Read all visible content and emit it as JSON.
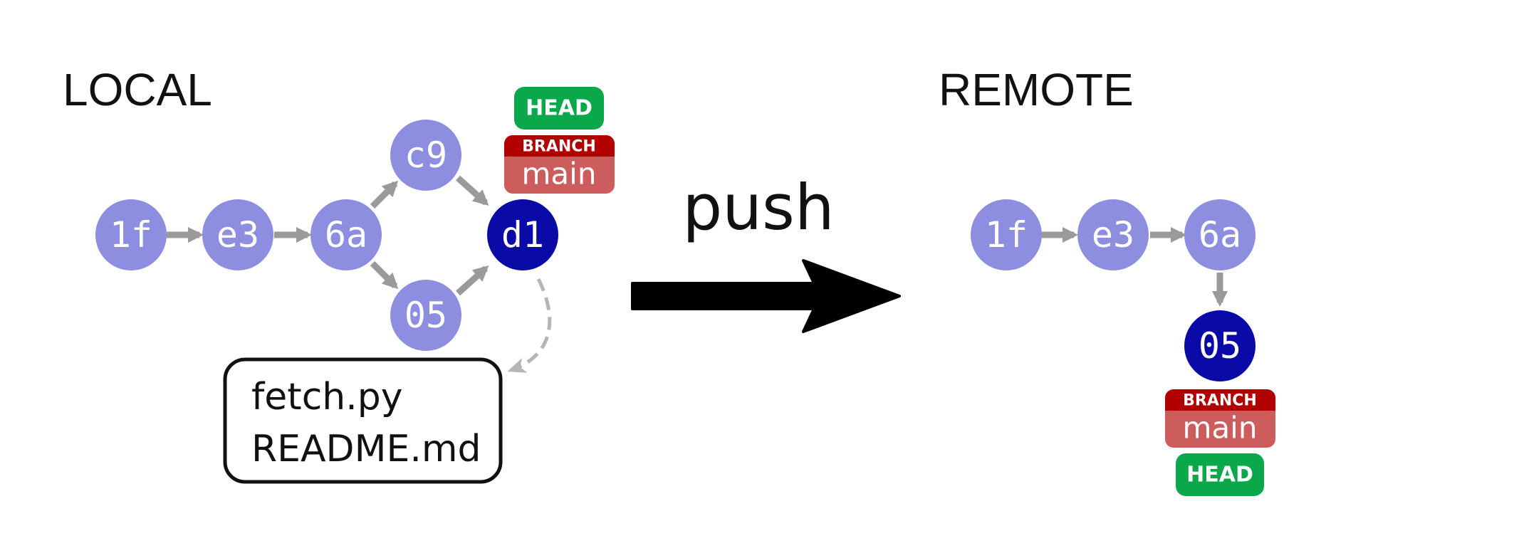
{
  "local": {
    "title": "LOCAL",
    "commits": [
      "1f",
      "e3",
      "6a",
      "c9",
      "05",
      "d1"
    ],
    "head_label": "HEAD",
    "branch": {
      "type_label": "BRANCH",
      "name": "main"
    },
    "files": [
      "fetch.py",
      "README.md"
    ]
  },
  "action": {
    "label": "push"
  },
  "remote": {
    "title": "REMOTE",
    "commits": [
      "1f",
      "e3",
      "6a",
      "05"
    ],
    "head_label": "HEAD",
    "branch": {
      "type_label": "BRANCH",
      "name": "main"
    }
  },
  "colors": {
    "commit": "#8e8ee0",
    "head_commit": "#0a0aa6",
    "edge": "#9a9a9a",
    "head_tag": "#0aa84a",
    "branch_top": "#b00000",
    "branch_bottom": "#cd5c5c"
  }
}
